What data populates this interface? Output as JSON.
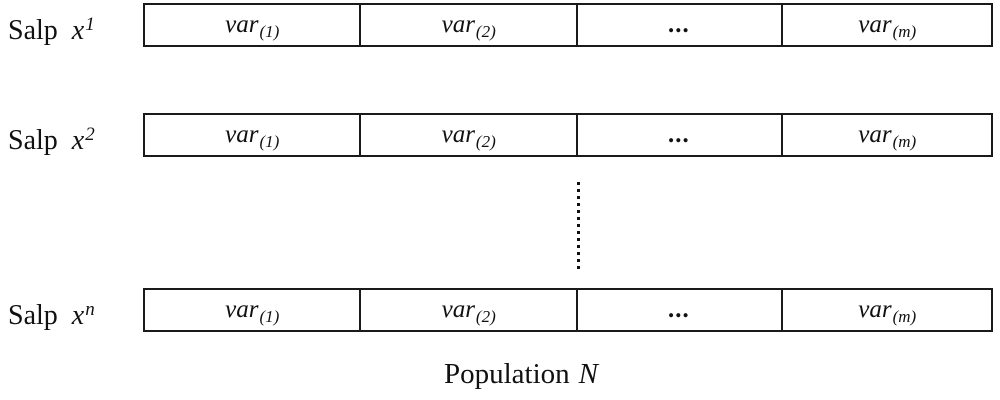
{
  "diagram": {
    "rows": [
      {
        "label_word": "Salp",
        "label_symbol": "x",
        "label_sup": "1",
        "cells": [
          {
            "base": "var",
            "sub": "(1)"
          },
          {
            "base": "var",
            "sub": "(2)"
          },
          {
            "base": "...",
            "sub": ""
          },
          {
            "base": "var",
            "sub": "(m)"
          }
        ]
      },
      {
        "label_word": "Salp",
        "label_symbol": "x",
        "label_sup": "2",
        "cells": [
          {
            "base": "var",
            "sub": "(1)"
          },
          {
            "base": "var",
            "sub": "(2)"
          },
          {
            "base": "...",
            "sub": ""
          },
          {
            "base": "var",
            "sub": "(m)"
          }
        ]
      },
      {
        "label_word": "Salp",
        "label_symbol": "x",
        "label_sup": "n",
        "cells": [
          {
            "base": "var",
            "sub": "(1)"
          },
          {
            "base": "var",
            "sub": "(2)"
          },
          {
            "base": "...",
            "sub": ""
          },
          {
            "base": "var",
            "sub": "(m)"
          }
        ]
      }
    ],
    "caption_word": "Population",
    "caption_symbol": "N",
    "colors": {
      "border": "#1a1a1a",
      "text": "#111111",
      "background": "#ffffff"
    }
  }
}
